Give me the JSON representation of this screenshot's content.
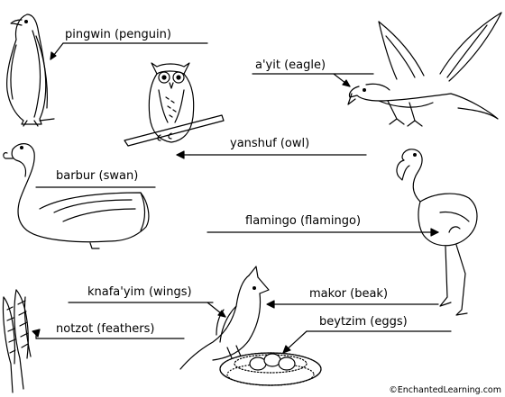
{
  "labels": {
    "penguin": "pingwin (penguin)",
    "eagle": "a'yit (eagle)",
    "owl": "yanshuf (owl)",
    "swan": "barbur (swan)",
    "flamingo": "flamingo (flamingo)",
    "wings": "knafa'yim (wings)",
    "beak": "makor (beak)",
    "feathers": "notzot (feathers)",
    "eggs": "beytzim (eggs)"
  },
  "credit": "©EnchantedLearning.com"
}
